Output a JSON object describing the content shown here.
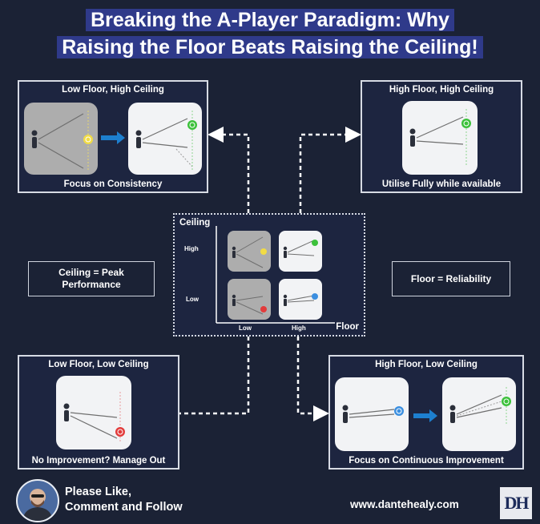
{
  "title_line1": "Breaking the A-Player Paradigm: Why",
  "title_line2": "Raising the Floor Beats Raising the Ceiling!",
  "panels": {
    "top_left": {
      "title": "Low Floor, High Ceiling",
      "caption": "Focus on Consistency"
    },
    "top_right": {
      "title": "High Floor, High Ceiling",
      "caption": "Utilise Fully while available"
    },
    "bottom_left": {
      "title": "Low Floor, Low Ceiling",
      "caption": "No Improvement? Manage Out"
    },
    "bottom_right": {
      "title": "High Floor, Low Ceiling",
      "caption": "Focus on Continuous Improvement"
    }
  },
  "labels": {
    "ceiling_definition": "Ceiling = Peak Performance",
    "floor_definition": "Floor = Reliability"
  },
  "matrix": {
    "y_axis": "Ceiling",
    "x_axis": "Floor",
    "y_ticks": [
      "High",
      "Low"
    ],
    "x_ticks": [
      "Low",
      "High"
    ]
  },
  "footer": {
    "cta_line1": "Please Like,",
    "cta_line2": "Comment and Follow",
    "website": "www.dantehealy.com",
    "logo_text": "DH"
  },
  "colors": {
    "background": "#1b2235",
    "title_highlight": "#2f3a8a",
    "target_yellow": "#f2dc45",
    "target_green": "#3cc13b",
    "target_red": "#e23b3b",
    "target_blue": "#3b8fe0",
    "arrow_blue": "#1d7fcf"
  },
  "icons": [
    "person-icon",
    "target-icon",
    "arrow-right-icon",
    "avatar",
    "dh-logo"
  ]
}
